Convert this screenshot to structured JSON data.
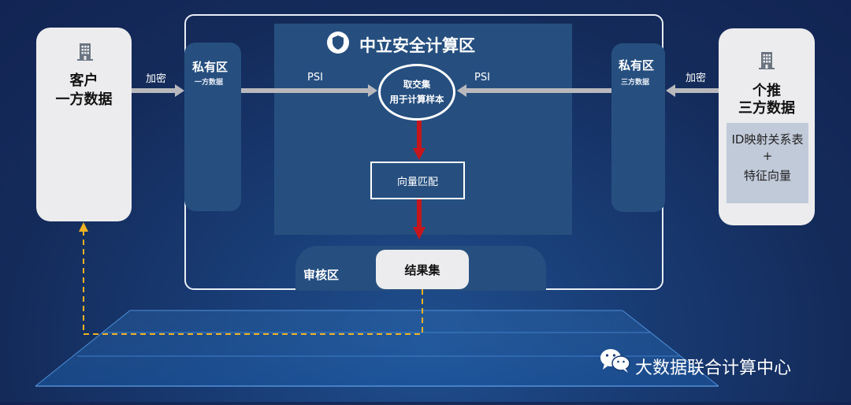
{
  "left_card": {
    "line1": "客户",
    "line2": "一方数据"
  },
  "right_card": {
    "line1": "个推",
    "line2": "三方数据",
    "map_line1": "ID映射关系表",
    "map_line2": "+",
    "map_line3": "特征向量"
  },
  "left_private": {
    "title": "私有区",
    "subtitle": "一方数据"
  },
  "right_private": {
    "title": "私有区",
    "subtitle": "三方数据"
  },
  "center": {
    "title": "中立安全计算区",
    "intersect_line1": "取交集",
    "intersect_line2": "用于计算样本",
    "vector_match": "向量匹配",
    "psi_left": "PSI",
    "psi_right": "PSI"
  },
  "encrypt_left": "加密",
  "encrypt_right": "加密",
  "audit": {
    "label": "审核区",
    "result": "结果集"
  },
  "watermark": "大数据联合计算中心",
  "icons": [
    "building-icon",
    "shield-icon",
    "wechat-icon"
  ],
  "colors": {
    "panel": "#264f7f",
    "card": "#ececee",
    "arrow_gray": "#b9b9bd",
    "arrow_red": "#c4161c",
    "dashed": "#f0b323"
  }
}
